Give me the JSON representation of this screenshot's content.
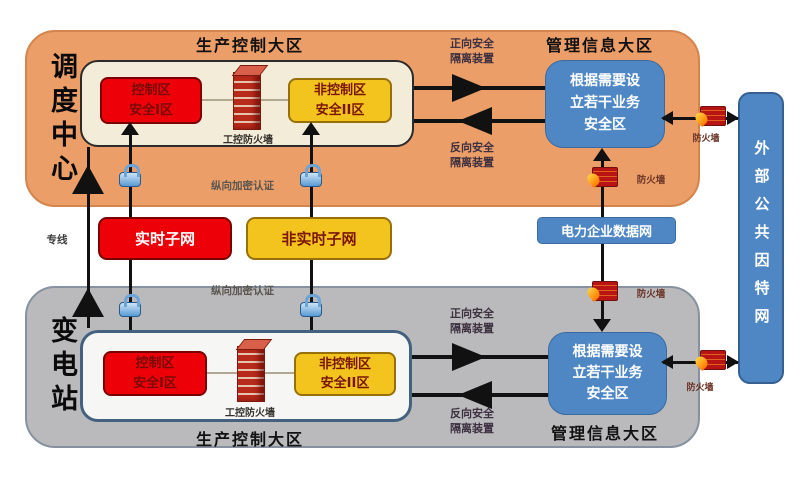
{
  "colors": {
    "orange_zone": "#EC9E68",
    "gray_zone": "#BABABD",
    "cream_box": "#F3ECD9",
    "red_box": "#EE0008",
    "yellow_box": "#F2C41D",
    "blue_box": "#4F87C5"
  },
  "icons": {
    "padlock": "padlock-icon",
    "brick_firewall": "brick-firewall-icon",
    "firewall": "firewall-icon"
  },
  "left_titles": {
    "dispatch_center": "调度中心",
    "substation": "变电站"
  },
  "zone_titles": {
    "production_top": "生产控制大区",
    "management_top": "管理信息大区",
    "production_bottom": "生产控制大区",
    "management_bottom": "管理信息大区"
  },
  "security_boxes": {
    "control": {
      "line1": "控制区",
      "line2": "安全I区"
    },
    "noncontrol": {
      "line1": "非控制区",
      "line2": "安全II区"
    },
    "business": {
      "line1": "根据需要设",
      "line2": "立若干业务",
      "line3": "安全区"
    }
  },
  "networks": {
    "realtime": "实时子网",
    "nonrealtime": "非实时子网",
    "power_data": "电力企业数据网",
    "internet": "外部公共因特网"
  },
  "labels": {
    "industrial_firewall": "工控防火墙",
    "firewall": "防火墙",
    "forward1": "正向安全",
    "forward2": "隔离装置",
    "reverse1": "反向安全",
    "reverse2": "隔离装置",
    "encryption": "纵向加密认证",
    "dedicated_line": "专线"
  }
}
